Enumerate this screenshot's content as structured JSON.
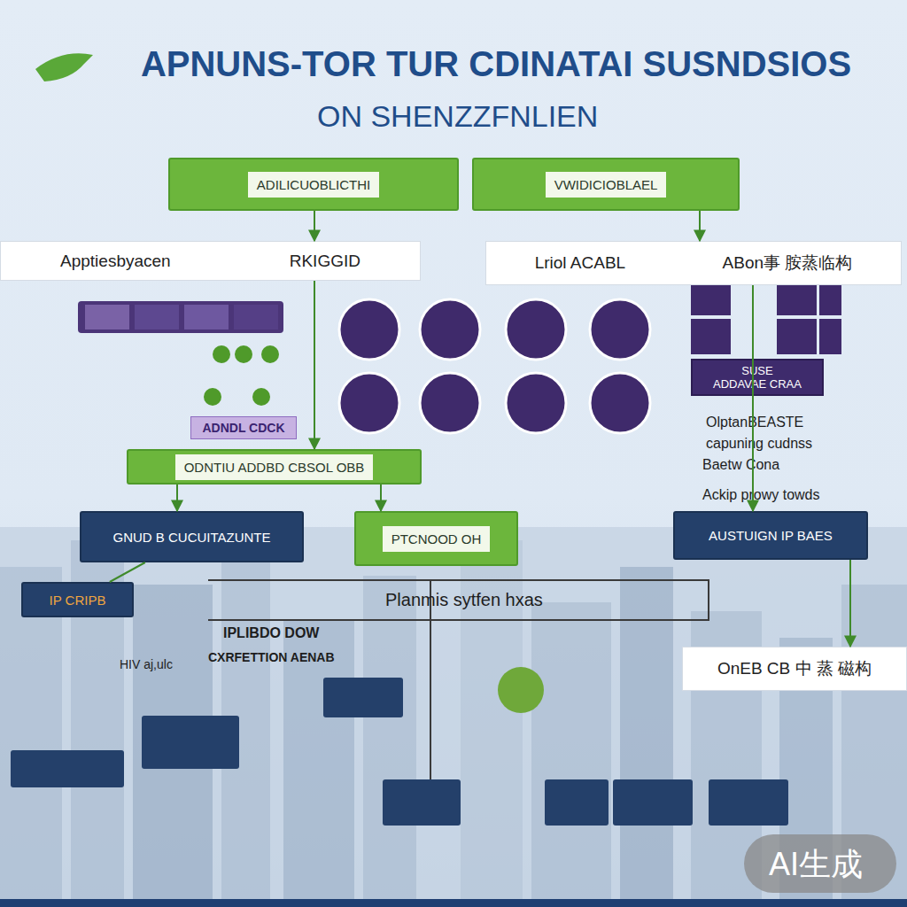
{
  "diagram": {
    "title": "APNUNS-TOR TUR CDINATAI SUSNDSIOS",
    "nodes": [
      {
        "text": [
          "ADILICUOBLICTHI"
        ]
      },
      {
        "text": [
          "VWIDICIOBLAEL"
        ]
      },
      {
        "text": [
          "Apptiesbyacen",
          "RKIGGID"
        ]
      },
      {
        "text": [
          "Lriol ACABL",
          "ABon事 胺蒸临构"
        ]
      },
      {
        "text": [
          "ADNDL CDCK"
        ]
      },
      {
        "text": [
          "SUSE",
          "ADDAVAE CRAA"
        ]
      },
      {
        "text": [
          "ODNTIU ADDBD CBSOL OBB"
        ]
      },
      {
        "text": [
          "GNUD B CUCUITAZUNTE"
        ]
      },
      {
        "text": [
          "PTCNOOD OH"
        ]
      },
      {
        "text": [
          "AUSTUIGN IP BAES"
        ]
      },
      {
        "text": [
          "IP CRIPB"
        ]
      },
      {
        "text": [
          "OnEB CB 中 蒸 磁构"
        ]
      }
    ],
    "edges": [
      {
        "from": 0,
        "to": 2,
        "arrow": "to"
      },
      {
        "from": 1,
        "to": 3,
        "arrow": "to"
      },
      {
        "from": 2,
        "to": 6,
        "arrow": "to"
      },
      {
        "from": 6,
        "to": 7,
        "arrow": "to"
      },
      {
        "from": 6,
        "to": 8,
        "arrow": "to"
      },
      {
        "from": 3,
        "to": 9,
        "arrow": "to"
      },
      {
        "from": 7,
        "to": 10,
        "arrow": "none"
      },
      {
        "from": 9,
        "to": 11,
        "arrow": "to"
      }
    ],
    "labels": [
      "ON SHENZZFNLIEN",
      "OlptanBEASTE",
      "capuning cudnss",
      "Baetw Cona",
      "Ackip prowy towds",
      "Planmis sytfen hxas",
      "IPLIBDO DOW",
      "CXRFETTION AENAB",
      "HIV aj,ulc",
      "AI生成"
    ]
  }
}
